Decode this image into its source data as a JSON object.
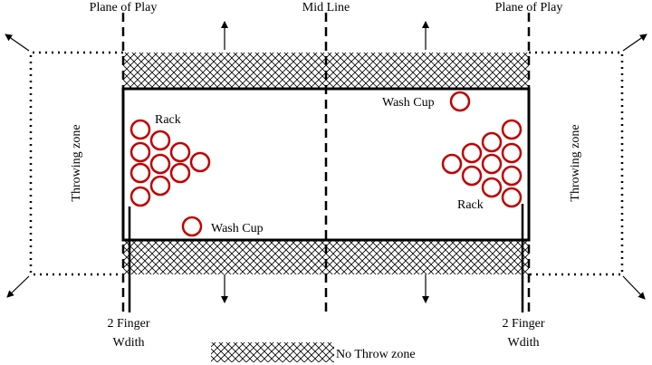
{
  "labels": {
    "plane_of_play_left": "Plane of Play",
    "mid_line": "Mid Line",
    "plane_of_play_right": "Plane of Play",
    "rack_left": "Rack",
    "rack_right": "Rack",
    "wash_cup_left": "Wash Cup",
    "wash_cup_right": "Wash Cup",
    "throwing_zone_left": "Throwing zone",
    "throwing_zone_right": "Throwing zone",
    "two_finger_left_line1": "2 Finger",
    "two_finger_left_line2": "Wdith",
    "two_finger_right_line1": "2 Finger",
    "two_finger_right_line2": "Wdith",
    "legend_no_throw": "No Throw zone"
  },
  "colors": {
    "cup": "#c00000",
    "line": "#000000",
    "hatch": "#000000"
  },
  "counts": {
    "rack_cups_per_side": 10,
    "wash_cups_per_side": 1
  }
}
